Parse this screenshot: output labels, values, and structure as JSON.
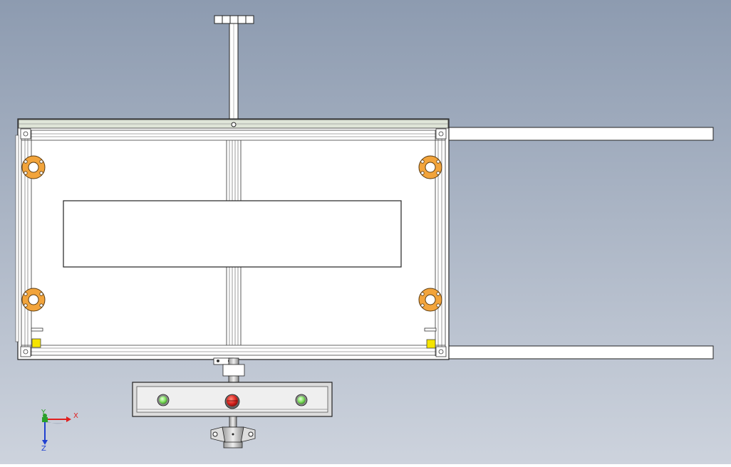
{
  "viewport": {
    "background_top": "#8d9bb0",
    "background_bottom": "#cdd3dd"
  },
  "colors": {
    "frame_fill": "#ffffff",
    "frame_stroke": "#2a2a2a",
    "top_rail_fill": "#dfe5d8",
    "mount_orange": "#f2a43b",
    "sensor_yellow": "#f5e400",
    "indicator_green": "#7be05a",
    "stop_red": "#d8231e",
    "panel_fill": "#dcdcdc",
    "axis_x": "#e02020",
    "axis_y": "#2aa02a",
    "axis_z": "#2040d0"
  },
  "icons": {
    "mounts": [
      "mount-flange-icon",
      "mount-flange-icon",
      "mount-flange-icon",
      "mount-flange-icon"
    ],
    "sensors": [
      "sensor-icon",
      "sensor-icon"
    ],
    "panel_buttons": [
      "green-indicator-icon",
      "emergency-stop-icon",
      "green-indicator-icon"
    ]
  },
  "triad": {
    "x_label": "X",
    "y_label": "Y",
    "z_label": "Z"
  }
}
